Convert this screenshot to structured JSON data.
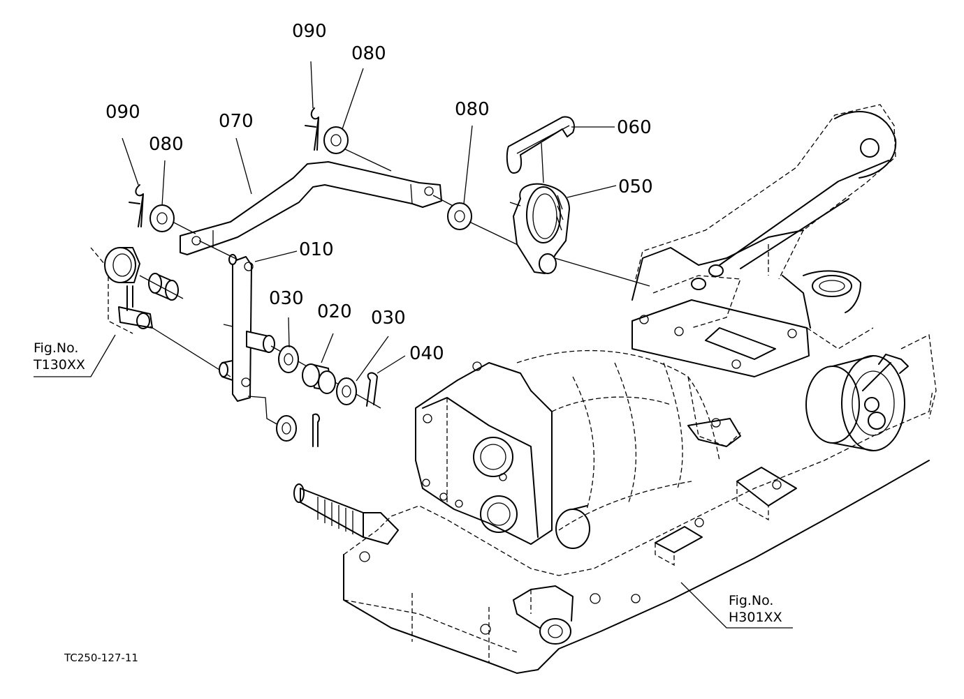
{
  "callouts": [
    {
      "id": "c090a",
      "text": "090"
    },
    {
      "id": "c080a",
      "text": "080"
    },
    {
      "id": "c090b",
      "text": "090"
    },
    {
      "id": "c080b",
      "text": "080"
    },
    {
      "id": "c070",
      "text": "070"
    },
    {
      "id": "c080c",
      "text": "080"
    },
    {
      "id": "c060",
      "text": "060"
    },
    {
      "id": "c050",
      "text": "050"
    },
    {
      "id": "c010",
      "text": "010"
    },
    {
      "id": "c030a",
      "text": "030"
    },
    {
      "id": "c020",
      "text": "020"
    },
    {
      "id": "c030b",
      "text": "030"
    },
    {
      "id": "c040",
      "text": "040"
    }
  ],
  "references": [
    {
      "id": "ref1",
      "line1": "Fig.No.",
      "line2": "T130XX"
    },
    {
      "id": "ref2",
      "line1": "Fig.No.",
      "line2": "H301XX"
    }
  ],
  "drawing_code": "TC250-127-11"
}
